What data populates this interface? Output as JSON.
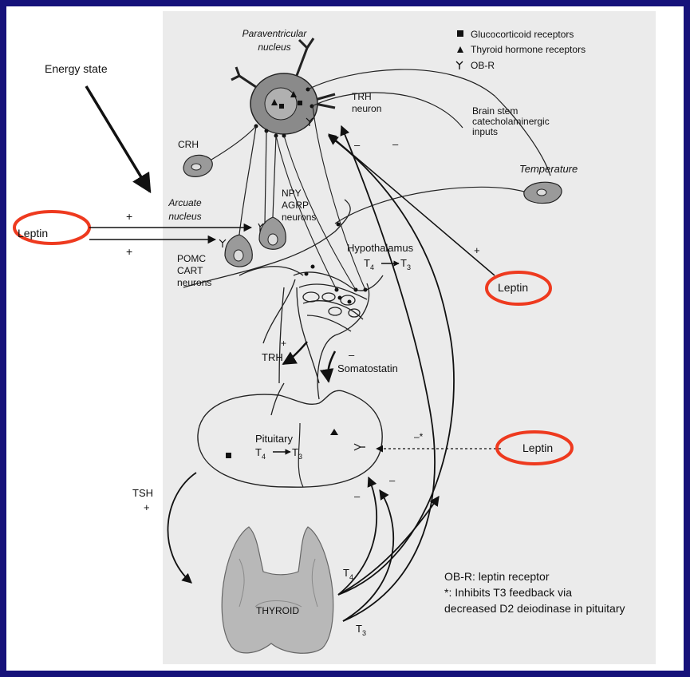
{
  "legend": {
    "items": [
      {
        "symbol": "square",
        "label": "Glucocorticoid receptors"
      },
      {
        "symbol": "triangle",
        "label": "Thyroid hormone receptors"
      },
      {
        "symbol": "obr",
        "label": "OB-R"
      }
    ]
  },
  "labels": {
    "energy_state": "Energy state",
    "paraventricular_1": "Paraventricular",
    "paraventricular_2": "nucleus",
    "trh_neuron_1": "TRH",
    "trh_neuron_2": "neuron",
    "brainstem_1": "Brain stem",
    "brainstem_2": "catecholaminergic",
    "brainstem_3": "inputs",
    "crh": "CRH",
    "temperature": "Temperature",
    "arcuate_1": "Arcuate",
    "arcuate_2": "nucleus",
    "npy_1": "NPY",
    "npy_2": "AGRP",
    "npy_3": "neurons",
    "pomc_1": "POMC",
    "pomc_2": "CART",
    "pomc_3": "neurons",
    "hypothalamus": "Hypothalamus",
    "t4": "T",
    "t4_sub": "4",
    "t3": "T",
    "t3_sub": "3",
    "trh": "TRH",
    "somatostatin": "Somatostatin",
    "pituitary": "Pituitary",
    "tsh": "TSH",
    "thyroid": "THYROID",
    "leptin": "Leptin",
    "plus": "+",
    "minus": "–",
    "minus_star": "–*",
    "footnote_1": "OB-R: leptin receptor",
    "footnote_2": "*: Inhibits T3 feedback via",
    "footnote_3": "decreased D2 deiodinase in pituitary"
  },
  "colors": {
    "frame": "#16127a",
    "panel": "#ebebeb",
    "highlight": "#ee3a1f",
    "neuron": "#8a8a8a",
    "thyroid": "#b8b8b8"
  }
}
